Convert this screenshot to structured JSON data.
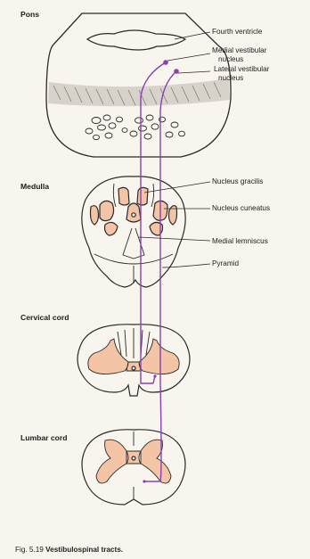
{
  "diagram": {
    "sections": {
      "pons": "Pons",
      "medulla": "Medulla",
      "cervical": "Cervical cord",
      "lumbar": "Lumbar cord"
    },
    "callouts": {
      "fourth_ventricle": "Fourth ventricle",
      "medial_vestibular_1": "Medial vestibular",
      "medial_vestibular_2": "nucleus",
      "lateral_vestibular_1": "Lateral vestibular",
      "lateral_vestibular_2": "nucleus",
      "nucleus_gracilis": "Nucleus gracilis",
      "nucleus_cuneatus": "Nucleus cuneatus",
      "medial_lemniscus": "Medial lemniscus",
      "pyramid": "Pyramid"
    },
    "caption": {
      "number": "Fig. 5.19",
      "title": "Vestibulospinal tracts."
    },
    "colors": {
      "tract": "#8a3fb0",
      "nucleus_fill": "#f3c4a6",
      "outline": "#2a2a2a",
      "paper": "#f8f5ee"
    }
  }
}
